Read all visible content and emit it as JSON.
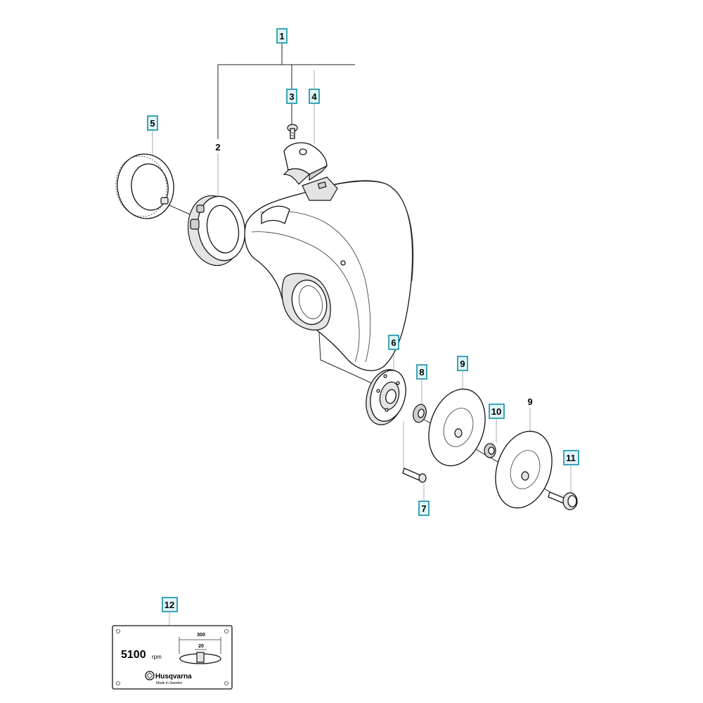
{
  "callouts": [
    {
      "id": "1",
      "text": "1"
    },
    {
      "id": "2",
      "text": "2"
    },
    {
      "id": "3",
      "text": "3"
    },
    {
      "id": "4",
      "text": "4"
    },
    {
      "id": "5",
      "text": "5"
    },
    {
      "id": "6",
      "text": "6"
    },
    {
      "id": "7",
      "text": "7"
    },
    {
      "id": "8",
      "text": "8"
    },
    {
      "id": "9a",
      "text": "9"
    },
    {
      "id": "9b",
      "text": "9"
    },
    {
      "id": "10",
      "text": "10"
    },
    {
      "id": "11",
      "text": "11"
    },
    {
      "id": "12",
      "text": "12"
    }
  ],
  "decal": {
    "rpm_value": "5100",
    "rpm_unit": "rpm",
    "diameter_outer": "300",
    "diameter_inner": "20",
    "brand": "Husqvarna",
    "made_in": "Made in Sweden"
  },
  "colors": {
    "callout_fill": "#dff4f7",
    "callout_border": "#0f8fa3"
  }
}
